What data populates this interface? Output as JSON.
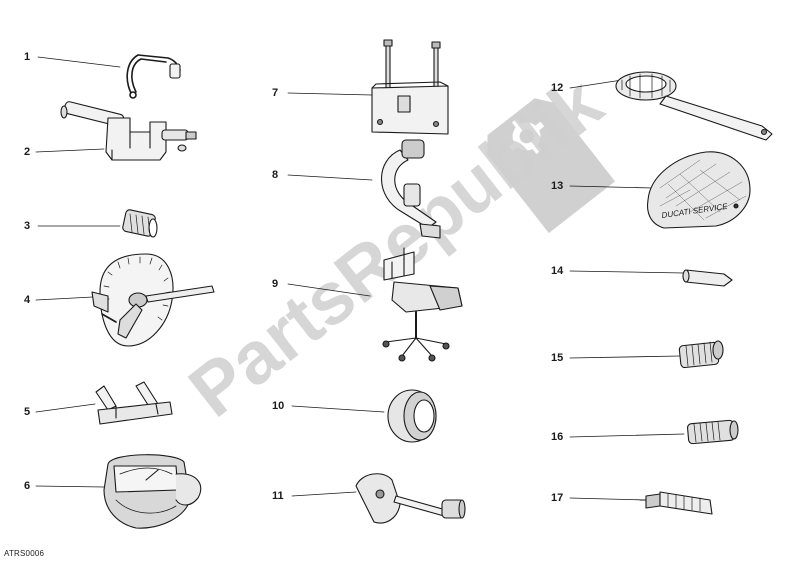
{
  "diagram": {
    "callouts": [
      {
        "id": "1",
        "label": "1"
      },
      {
        "id": "2",
        "label": "2"
      },
      {
        "id": "3",
        "label": "3"
      },
      {
        "id": "4",
        "label": "4"
      },
      {
        "id": "5",
        "label": "5"
      },
      {
        "id": "6",
        "label": "6"
      },
      {
        "id": "7",
        "label": "7"
      },
      {
        "id": "8",
        "label": "8"
      },
      {
        "id": "9",
        "label": "9"
      },
      {
        "id": "10",
        "label": "10"
      },
      {
        "id": "11",
        "label": "11"
      },
      {
        "id": "12",
        "label": "12"
      },
      {
        "id": "13",
        "label": "13"
      },
      {
        "id": "14",
        "label": "14"
      },
      {
        "id": "15",
        "label": "15"
      },
      {
        "id": "16",
        "label": "16"
      },
      {
        "id": "17",
        "label": "17"
      }
    ],
    "drawing_code": "ATRS0006",
    "cover_text": "DUCATI SERVICE"
  },
  "watermark": {
    "text": "PartsRepublik",
    "icon": "gear-tag-icon",
    "color": "#c8c8c8"
  },
  "colors": {
    "line": "#1a1a1a",
    "part_fill": "#f2f2f2",
    "part_shade": "#bdbdbd"
  }
}
